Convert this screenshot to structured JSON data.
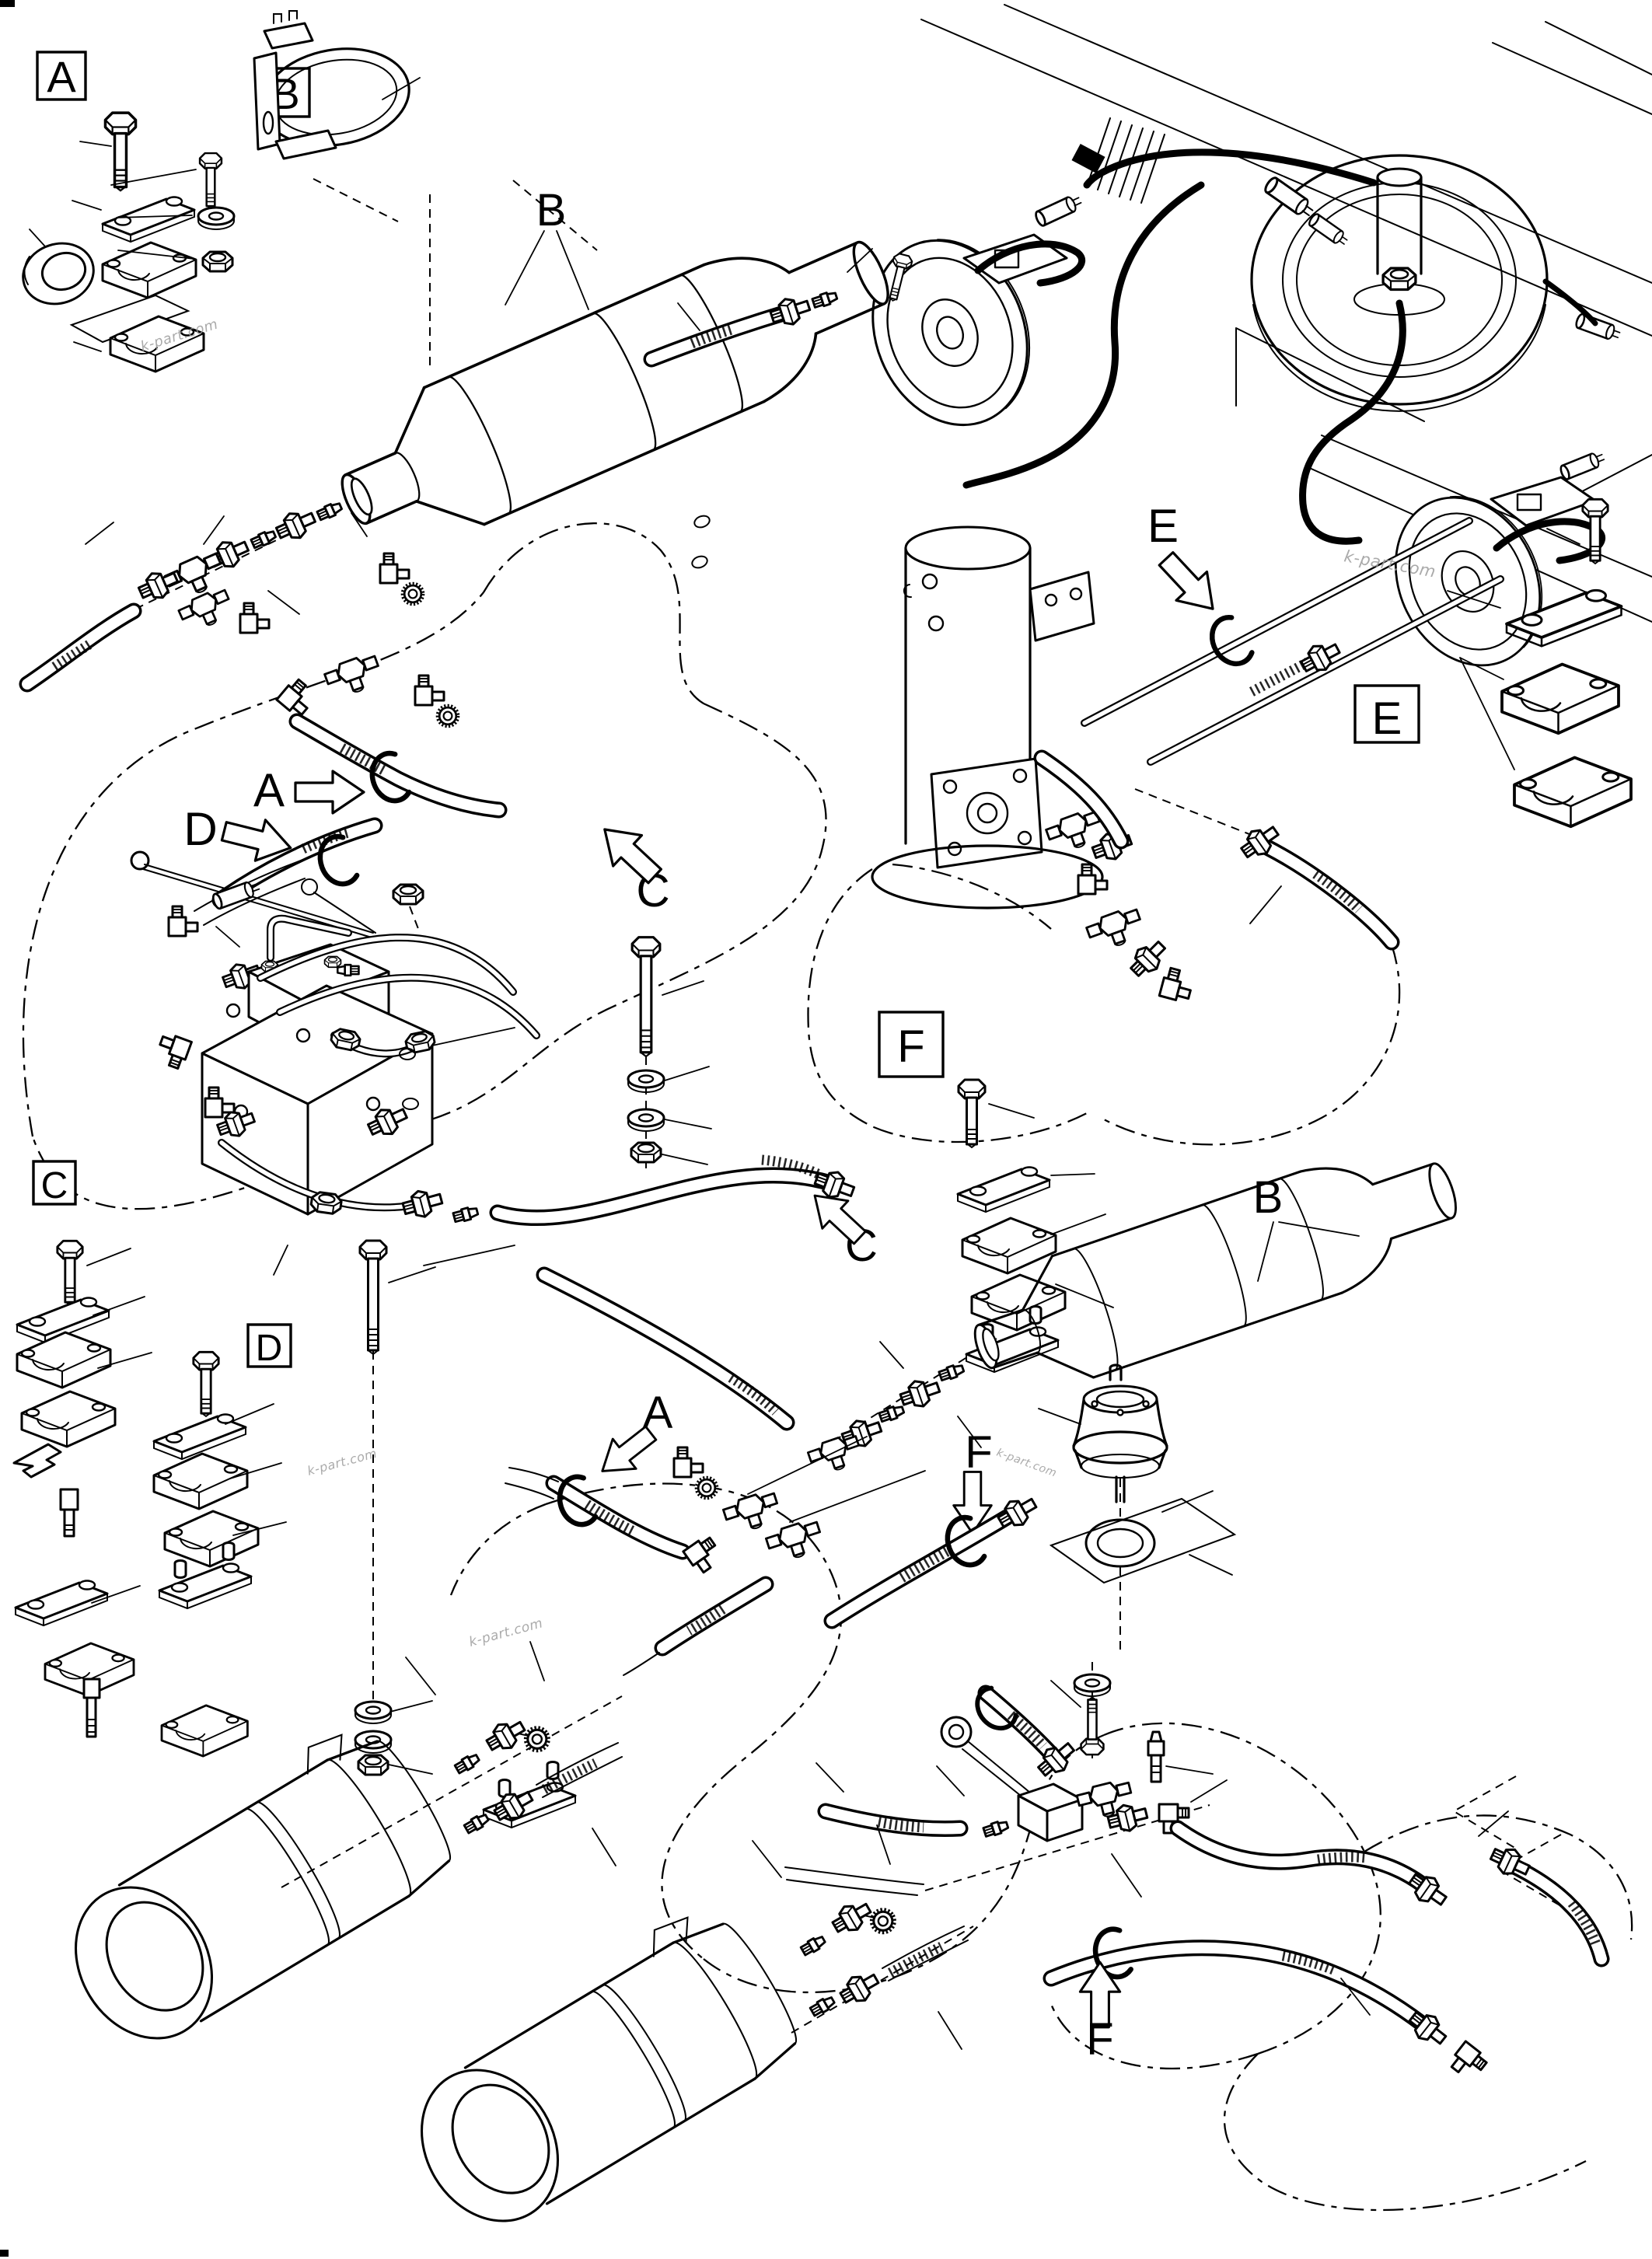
{
  "diagram": {
    "kind": "exploded-parts-diagram",
    "background_color": "#ffffff",
    "ink_color": "#000000",
    "watermark_color": "#9c9c9c"
  },
  "boxes": {
    "a": "A",
    "b": "B",
    "c": "C",
    "d": "D",
    "e": "E",
    "f": "F"
  },
  "labels": {
    "b_top": "B",
    "a_mid": "A",
    "d_mid": "D",
    "c_mid": "C",
    "e_top": "E",
    "c_low": "C",
    "b_low": "B",
    "a_low": "A",
    "f_mid": "F",
    "f_low": "F"
  },
  "watermark": {
    "text": "k-part.com"
  }
}
